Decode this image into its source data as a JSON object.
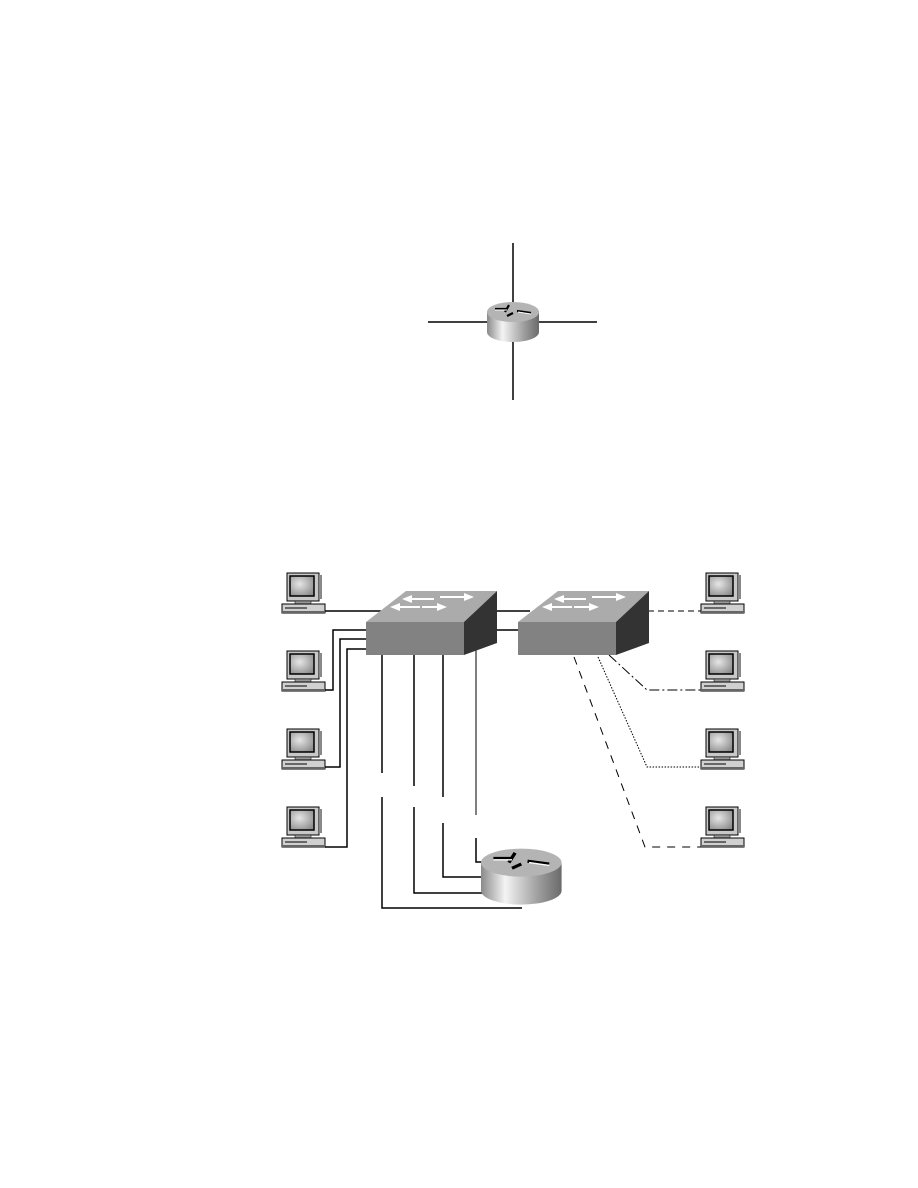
{
  "colors": {
    "line": "#000000",
    "switch_top": "#a8a8a8",
    "switch_front": "#808080",
    "switch_side": "#333333",
    "router_body": "#b0b0b0"
  },
  "diagrams": [
    {
      "id": "router-with-four-interfaces",
      "nodes": [
        {
          "type": "router",
          "icon": "router-icon"
        }
      ],
      "links": 4
    },
    {
      "id": "two-switches-and-router",
      "nodes": [
        {
          "type": "switch",
          "icon": "switch-icon"
        },
        {
          "type": "switch",
          "icon": "switch-icon"
        },
        {
          "type": "router",
          "icon": "router-icon"
        },
        {
          "type": "pc",
          "icon": "pc-icon",
          "count": 8
        }
      ],
      "link_styles": [
        "solid",
        "dashed",
        "dash-dot",
        "dotted"
      ]
    }
  ]
}
